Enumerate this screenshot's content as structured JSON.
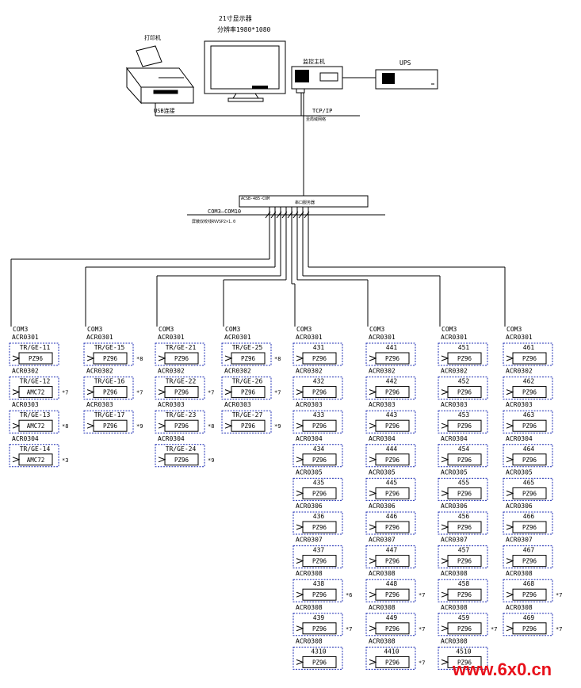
{
  "header": {
    "monitor_title": "21寸显示器",
    "monitor_resolution": "分辨率1980*1080",
    "printer_label": "打印机",
    "host_label": "监控主机",
    "ups_label": "UPS",
    "usb_label": "USB连接",
    "tcpip_label": "TCP/IP",
    "lan_label": "至局域网络",
    "server_label": "串口服务器",
    "server_model": "ACSB-485-COM",
    "com_range_label": "COM3—COM10",
    "cable_label": "屏蔽双绞线RVVSP2×1.0"
  },
  "columns": [
    {
      "com": "COM3",
      "devices": [
        {
          "addr": "ACR0301",
          "name": "TR/GE-11",
          "meter": "PZ96",
          "note": ""
        },
        {
          "addr": "ACR0302",
          "name": "TR/GE-12",
          "meter": "AMC72",
          "note": "*7"
        },
        {
          "addr": "ACR0303",
          "name": "TR/GE-13",
          "meter": "AMC72",
          "note": "*8"
        },
        {
          "addr": "ACR0304",
          "name": "TR/GE-14",
          "meter": "AMC72",
          "note": "*3"
        }
      ]
    },
    {
      "com": "COM3",
      "devices": [
        {
          "addr": "ACR0301",
          "name": "TR/GE-15",
          "meter": "PZ96",
          "note": "*8"
        },
        {
          "addr": "ACR0302",
          "name": "TR/GE-16",
          "meter": "PZ96",
          "note": "*7"
        },
        {
          "addr": "ACR0303",
          "name": "TR/GE-17",
          "meter": "PZ96",
          "note": "*9"
        }
      ]
    },
    {
      "com": "COM3",
      "devices": [
        {
          "addr": "ACR0301",
          "name": "TR/GE-21",
          "meter": "PZ96",
          "note": ""
        },
        {
          "addr": "ACR0302",
          "name": "TR/GE-22",
          "meter": "PZ96",
          "note": "*7"
        },
        {
          "addr": "ACR0303",
          "name": "TR/GE-23",
          "meter": "PZ96",
          "note": "*8"
        },
        {
          "addr": "ACR0304",
          "name": "TR/GE-24",
          "meter": "PZ96",
          "note": "*9"
        }
      ]
    },
    {
      "com": "COM3",
      "devices": [
        {
          "addr": "ACR0301",
          "name": "TR/GE-25",
          "meter": "PZ96",
          "note": "*8"
        },
        {
          "addr": "ACR0302",
          "name": "TR/GE-26",
          "meter": "PZ96",
          "note": "*7"
        },
        {
          "addr": "ACR0303",
          "name": "TR/GE-27",
          "meter": "PZ96",
          "note": "*9"
        }
      ]
    },
    {
      "com": "COM3",
      "devices": [
        {
          "addr": "ACR0301",
          "name": "431",
          "meter": "PZ96",
          "note": ""
        },
        {
          "addr": "ACR0302",
          "name": "432",
          "meter": "PZ96",
          "note": ""
        },
        {
          "addr": "ACR0303",
          "name": "433",
          "meter": "PZ96",
          "note": ""
        },
        {
          "addr": "ACR0304",
          "name": "434",
          "meter": "PZ96",
          "note": ""
        },
        {
          "addr": "ACR0305",
          "name": "435",
          "meter": "PZ96",
          "note": ""
        },
        {
          "addr": "ACR0306",
          "name": "436",
          "meter": "PZ96",
          "note": ""
        },
        {
          "addr": "ACR0307",
          "name": "437",
          "meter": "PZ96",
          "note": ""
        },
        {
          "addr": "ACR0308",
          "name": "438",
          "meter": "PZ96",
          "note": "*6"
        },
        {
          "addr": "ACR0308",
          "name": "439",
          "meter": "PZ96",
          "note": "*7"
        },
        {
          "addr": "ACR0308",
          "name": "4310",
          "meter": "PZ96",
          "note": ""
        }
      ]
    },
    {
      "com": "COM3",
      "devices": [
        {
          "addr": "ACR0301",
          "name": "441",
          "meter": "PZ96",
          "note": ""
        },
        {
          "addr": "ACR0302",
          "name": "442",
          "meter": "PZ96",
          "note": ""
        },
        {
          "addr": "ACR0303",
          "name": "443",
          "meter": "PZ96",
          "note": ""
        },
        {
          "addr": "ACR0304",
          "name": "444",
          "meter": "PZ96",
          "note": ""
        },
        {
          "addr": "ACR0305",
          "name": "445",
          "meter": "PZ96",
          "note": ""
        },
        {
          "addr": "ACR0306",
          "name": "446",
          "meter": "PZ96",
          "note": ""
        },
        {
          "addr": "ACR0307",
          "name": "447",
          "meter": "PZ96",
          "note": ""
        },
        {
          "addr": "ACR0308",
          "name": "448",
          "meter": "PZ96",
          "note": "*7"
        },
        {
          "addr": "ACR0308",
          "name": "449",
          "meter": "PZ96",
          "note": "*7"
        },
        {
          "addr": "ACR0308",
          "name": "4410",
          "meter": "PZ96",
          "note": "*7"
        }
      ]
    },
    {
      "com": "COM3",
      "devices": [
        {
          "addr": "ACR0301",
          "name": "451",
          "meter": "PZ96",
          "note": ""
        },
        {
          "addr": "ACR0302",
          "name": "452",
          "meter": "PZ96",
          "note": ""
        },
        {
          "addr": "ACR0303",
          "name": "453",
          "meter": "PZ96",
          "note": ""
        },
        {
          "addr": "ACR0304",
          "name": "454",
          "meter": "PZ96",
          "note": ""
        },
        {
          "addr": "ACR0305",
          "name": "455",
          "meter": "PZ96",
          "note": ""
        },
        {
          "addr": "ACR0306",
          "name": "456",
          "meter": "PZ96",
          "note": ""
        },
        {
          "addr": "ACR0307",
          "name": "457",
          "meter": "PZ96",
          "note": ""
        },
        {
          "addr": "ACR0308",
          "name": "458",
          "meter": "PZ96",
          "note": ""
        },
        {
          "addr": "ACR0308",
          "name": "459",
          "meter": "PZ96",
          "note": "*7"
        },
        {
          "addr": "ACR0308",
          "name": "4510",
          "meter": "PZ96",
          "note": ""
        }
      ]
    },
    {
      "com": "COM3",
      "devices": [
        {
          "addr": "ACR0301",
          "name": "461",
          "meter": "PZ96",
          "note": ""
        },
        {
          "addr": "ACR0302",
          "name": "462",
          "meter": "PZ96",
          "note": ""
        },
        {
          "addr": "ACR0303",
          "name": "463",
          "meter": "PZ96",
          "note": ""
        },
        {
          "addr": "ACR0304",
          "name": "464",
          "meter": "PZ96",
          "note": ""
        },
        {
          "addr": "ACR0305",
          "name": "465",
          "meter": "PZ96",
          "note": ""
        },
        {
          "addr": "ACR0306",
          "name": "466",
          "meter": "PZ96",
          "note": ""
        },
        {
          "addr": "ACR0307",
          "name": "467",
          "meter": "PZ96",
          "note": ""
        },
        {
          "addr": "ACR0308",
          "name": "468",
          "meter": "PZ96",
          "note": "*7"
        },
        {
          "addr": "ACR0308",
          "name": "469",
          "meter": "PZ96",
          "note": "*7"
        }
      ]
    }
  ],
  "watermark": "www.6x0.cn",
  "colors": {
    "line": "#000000",
    "device_border": "#1f2fb4",
    "watermark": "#e8101a"
  }
}
